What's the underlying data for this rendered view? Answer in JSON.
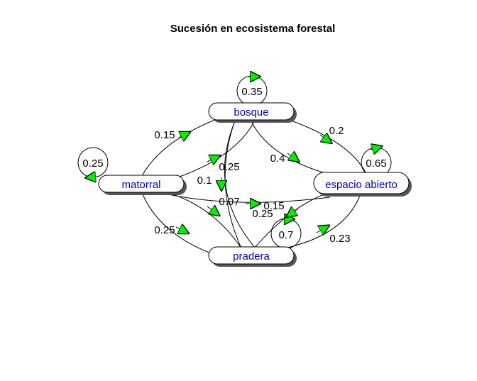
{
  "title": "Sucesión en ecosistema forestal",
  "colors": {
    "arrowhead": "#00ee00",
    "node_text": "#0000cc",
    "line": "#000000"
  },
  "nodes": {
    "bosque": {
      "label": "bosque"
    },
    "matorral": {
      "label": "matorral"
    },
    "espacio_abierto": {
      "label": "espacio abierto"
    },
    "pradera": {
      "label": "pradera"
    }
  },
  "edges": {
    "bosque_bosque": "0.35",
    "matorral_matorral": "0.25",
    "espacio_abierto_espacio_abierto": "0.65",
    "pradera_pradera": "0.7",
    "bosque_matorral": "0.15",
    "bosque_espacio_abierto": "0.2",
    "matorral_bosque": "0.25",
    "espacio_abierto_bosque": "0.4",
    "pradera_bosque": "0.1",
    "bosque_pradera": "0.07",
    "matorral_espacio_abierto": "0.15",
    "espacio_abierto_pradera": "0.25",
    "matorral_pradera": "0.25",
    "pradera_espacio_abierto": "0.23"
  }
}
